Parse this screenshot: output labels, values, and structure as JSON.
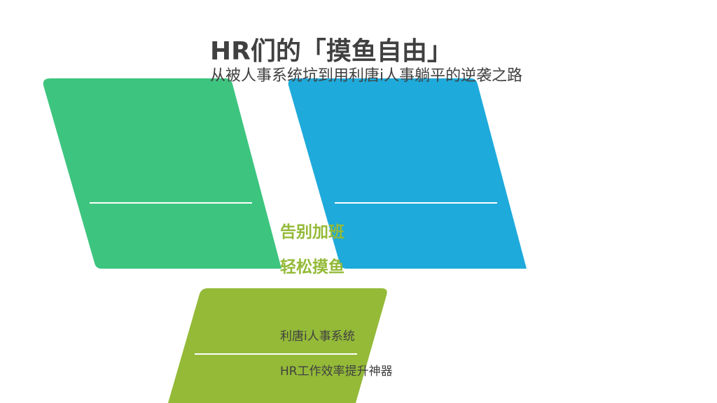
{
  "slide": {
    "title": "HR们的「摸鱼自由」",
    "subtitle": "从被人事系统坑到用利唐i人事躺平的逆袭之路",
    "line1": "告别加班",
    "line2": "轻松摸鱼",
    "product": "利唐i人事系统",
    "tagline": "HR工作效率提升神器"
  },
  "colors": {
    "green": "#3dc57f",
    "blue": "#1eaadb",
    "olive": "#94ba38",
    "text": "#404040"
  }
}
